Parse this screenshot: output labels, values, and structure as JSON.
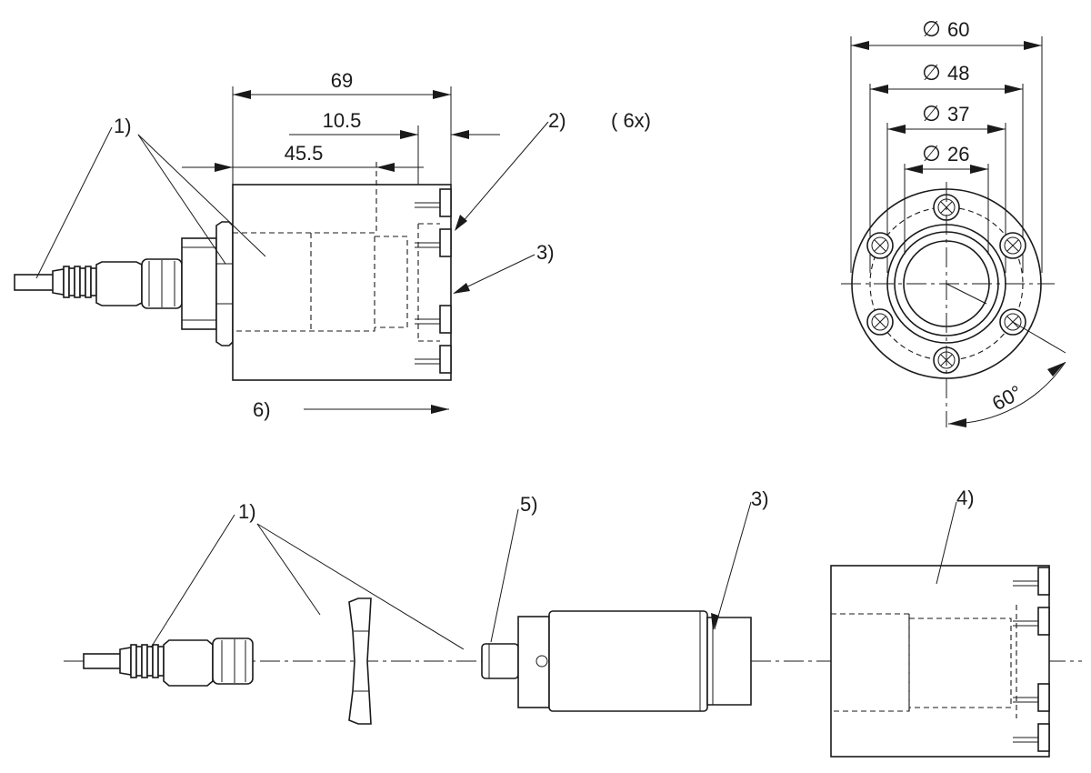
{
  "dimensions": {
    "length_total": "69",
    "length_a": "10.5",
    "length_b": "45.5",
    "dia_symbol": "∅",
    "dia_60": "60",
    "dia_48": "48",
    "dia_37": "37",
    "dia_26": "26",
    "angle": "60°"
  },
  "callouts": {
    "c1_top": "1)",
    "c2": "2)",
    "c2_qty": "( 6x)",
    "c3_top": "3)",
    "c6": "6)",
    "c1_bottom": "1)",
    "c5": "5)",
    "c3_bottom": "3)",
    "c4": "4)"
  }
}
